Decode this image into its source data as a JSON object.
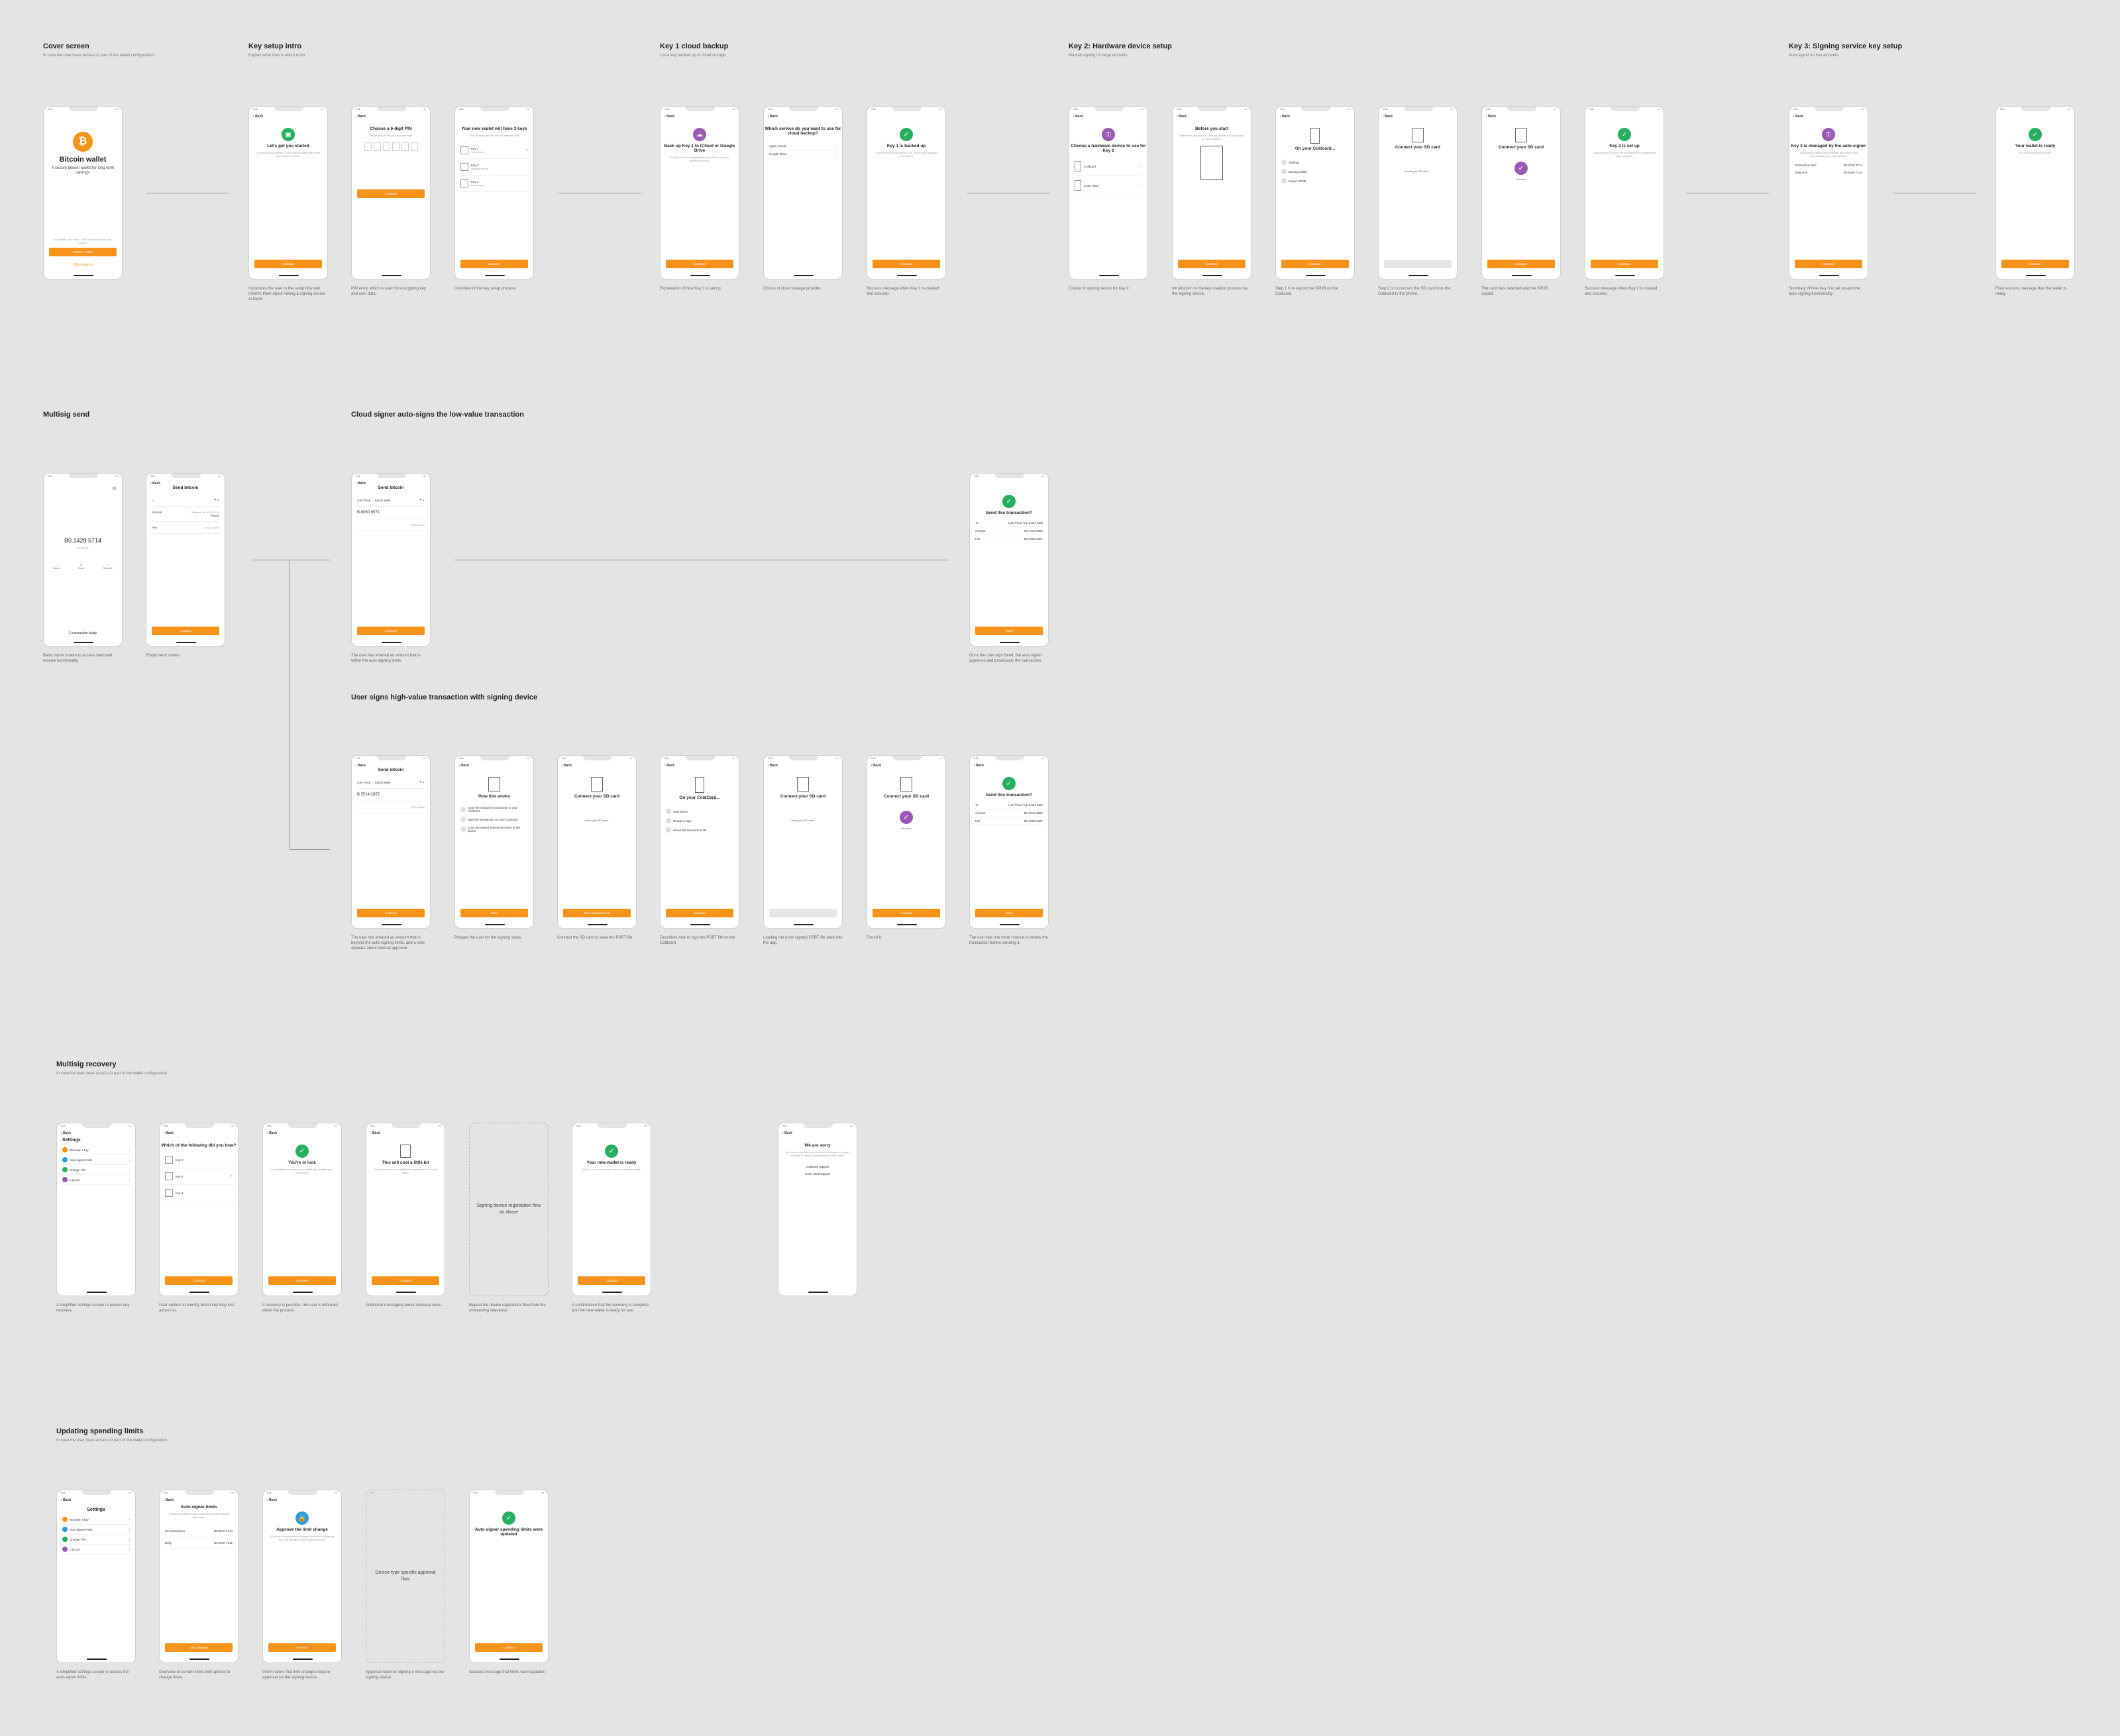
{
  "status_time": "9:41",
  "back_label": "Back",
  "colors": {
    "orange": "#f7931a",
    "green": "#27ae60",
    "purple": "#9b59b6",
    "blue": "#2d9cdb"
  },
  "sections": {
    "cover": {
      "title": "Cover screen",
      "subtitle": "In case the user loses access to part of the wallet configuration"
    },
    "intro": {
      "title": "Key setup intro",
      "subtitle": "Explain what user is about to do"
    },
    "key1": {
      "title": "Key 1 cloud backup",
      "subtitle": "Local key backed up to cloud storage"
    },
    "key2": {
      "title": "Key 2: Hardware device setup",
      "subtitle": "Manual signing for large amounts"
    },
    "key3": {
      "title": "Key 3: Signing service key setup",
      "subtitle": "Auto-signer for low amounts"
    },
    "send": {
      "title": "Multisig send"
    },
    "cloud": {
      "title": "Cloud signer auto-signs the low-value transaction"
    },
    "device": {
      "title": "User signs high-value transaction with signing device"
    },
    "recovery": {
      "title": "Multisig recovery",
      "subtitle": "In case the user loses access to part of the wallet configuration"
    },
    "limits": {
      "title": "Updating spending limits",
      "subtitle": "In case the user loses access to part of the wallet configuration"
    }
  },
  "screens": {
    "cover": {
      "title": "Bitcoin wallet",
      "subtitle": "A secure bitcoin wallet for long term savings",
      "note": "Your wallet, your rules. 100% user custody & auto-signed",
      "button": "Create a wallet",
      "link": "Other options",
      "caption": ""
    },
    "started": {
      "title": "Let's get you started",
      "body": "To secure your savings, a new Bitcoin wallet with three keys will be created.",
      "button": "Continue",
      "caption": "Introduces the user to the setup flow and informs them about having a signing device at hand."
    },
    "pin": {
      "title": "Choose a 6-digit PIN",
      "body": "Please pick a PIN you will remember",
      "button": "Continue",
      "caption": "PIN entry, which is used for encrypting key and user data."
    },
    "keys": {
      "title": "Your new wallet will have 3 keys",
      "body": "Your savings are secured by different keys",
      "items": [
        "Key 1",
        "Key 2",
        "Key 3"
      ],
      "item_subs": [
        "This device",
        "Signing device",
        "Auto-signer"
      ],
      "button": "Continue",
      "caption": "Overview of the key setup process."
    },
    "backup": {
      "title": "Back up Key 1 to iCloud or Google Drive",
      "body": "The file will be encrypted with your PIN to prevent access by others.",
      "button": "Continue",
      "caption": "Explanation of how Key 1 is set up."
    },
    "service": {
      "title": "Which service do you want to use for cloud backup?",
      "items": [
        "Apple iCloud",
        "Google Drive"
      ],
      "caption": "Choice of cloud storage provider."
    },
    "backedup": {
      "title": "Key 1 is backed up",
      "body": "If you ever lose this device, you can recover your file from iCloud.",
      "button": "Continue",
      "caption": "Success message when Key 1 is created and secured."
    },
    "hw": {
      "title": "Choose a hardware device to use for Key 2",
      "items": [
        "Coldcard",
        "Color Vault"
      ],
      "caption": "Choice of signing device for Key 2."
    },
    "before": {
      "title": "Before you start",
      "body": "Make sure you have a Coldcard device and a lightning to micro adapter.",
      "button": "Continue",
      "caption": "Introduction to the key creation process via the signing device."
    },
    "oncc": {
      "title": "On your Coldcard...",
      "items": [
        "Settings",
        "Backup wallet",
        "Export XPUB"
      ],
      "button": "Continue",
      "caption": "Step 1 is to export the XPUB on the Coldcard."
    },
    "sd1": {
      "title": "Connect your SD card",
      "status": "Looking for SD card...",
      "caption": "Step 2 is to connect the SD card from the Coldcard to the phone."
    },
    "sd2": {
      "title": "Connect your SD card",
      "status": "Success",
      "button": "Continue",
      "caption": "The card was detected and the XPUB copied."
    },
    "key2ok": {
      "title": "Key 2 is set up",
      "body": "Approval with this key will be required for transferring large amounts.",
      "button": "Continue",
      "caption": "Success message when Key 2 is created and secured."
    },
    "managed": {
      "title": "Key 3 is managed by the auto-signer",
      "body": "This signing service automatically approves small transactions up to current limits.",
      "limit_labels": [
        "Transaction limit",
        "Daily limit"
      ],
      "limit_values": [
        "B0.0015 3714",
        "B0.0045 7144"
      ],
      "button": "Continue",
      "caption": "Summary of how Key 3 is set up and the auto-signing functionality."
    },
    "ready": {
      "title": "Your wallet is ready",
      "body": "You can now receive bitcoin.",
      "button": "Continue",
      "caption": "Final success message that the wallet is ready."
    },
    "home": {
      "balance": "B0.1428 5714",
      "fiat": "€3,607.51",
      "actions": [
        "Send",
        "Scan",
        "Receive"
      ],
      "footer": "1 transaction today",
      "caption": "Basic home screen to access send and receive functionality."
    },
    "send_empty": {
      "title": "Send bitcoin",
      "fields": [
        "To",
        "Amount",
        "Fee"
      ],
      "amount_hint": "Balance: B0.1428 5714",
      "currency": "bitcoin",
      "fee_value": "3,827 sat/vb",
      "button": "Continue",
      "caption": "Empty send screen."
    },
    "send_low": {
      "title": "Send bitcoin",
      "to": "Lost Pond ... Sand) walle",
      "amount": "B.8060 6571",
      "fee_value": "3,827 sat/vb",
      "button": "Continue",
      "caption": "The user has entered an amount that is within the auto-signing limits."
    },
    "confirm_low": {
      "title": "Send this transaction?",
      "labels": [
        "To",
        "Amount",
        "Fee"
      ],
      "values": [
        "Lost Pond / Lp Scam 54th",
        "B0.0110 6662",
        "B0.0003 3327"
      ],
      "button": "Send",
      "caption": "Once the user taps Send, the auto-signer approves and broadcasts the transaction."
    },
    "send_high": {
      "title": "Send bitcoin",
      "to": "Lost Pond ... Sand) walle",
      "amount": "B.5514 2857",
      "fee_value": "3,827 sat/vb",
      "button": "Continue",
      "caption": "The user has entered an amount that is beyond the auto-signing limits, and a note appears about manual approval."
    },
    "howworks": {
      "title": "How this works",
      "items": [
        "Copy the unsigned transaction to your Coldcard",
        "Sign the transaction on your Coldcard",
        "Copy the signed transaction back to the phone"
      ],
      "button": "Start",
      "caption": "Prepare the user for the signing steps."
    },
    "sdsign1": {
      "title": "Connect your SD card",
      "status": "Looking for SD card...",
      "button": "Save transaction file",
      "caption": "Connect the SD card to save the PSBT file."
    },
    "ccsign": {
      "title": "On your ColdCard...",
      "items": [
        "Start Menu",
        "Ready to sign",
        "Select the transaction file"
      ],
      "button": "Continue",
      "caption": "Describes how to sign the PSBT file on the Coldcard."
    },
    "sdsign2": {
      "title": "Connect your SD card",
      "status": "Looking for SD card...",
      "caption": "Loading the (now signed) PSBT file back into the app."
    },
    "sdsign3": {
      "title": "Connect your SD card",
      "status": "Success",
      "button": "Continue",
      "caption": "Found it."
    },
    "confirm_high": {
      "title": "Send this transaction?",
      "labels": [
        "To",
        "Amount",
        "Fee"
      ],
      "values": [
        "Lost Pond / Lp Scam 54th",
        "B0.5514 2857",
        "B0.0003 3327"
      ],
      "button": "Send",
      "caption": "The user has one more chance to review the transaction before sending it."
    },
    "settings": {
      "title": "Settings",
      "items": [
        "Recover a key",
        "Auto-signer limits",
        "Change PIN",
        "Log out"
      ],
      "caption": "A simplified settings screen to access key recovery."
    },
    "which": {
      "title": "Which of the following did you lose?",
      "items": [
        "Key 1",
        "Key 2",
        "Key 3"
      ],
      "button": "Continue",
      "caption": "User options to identify which key they lost access to."
    },
    "luck": {
      "title": "You're in luck",
      "body": "It is possible to create a new wallet and transfer your funds over.",
      "button": "Continue",
      "caption": "If recovery is possible, the user is informed about the process."
    },
    "cost": {
      "title": "This will cost a little bit",
      "body": "Funds from your old wallet will be transferred to a new wallet.",
      "button": "Continue",
      "caption": "Additional messaging about recovery costs."
    },
    "ghost_reg": {
      "text": "Signing device registration flow as above",
      "caption": "Repeat the device registration flow from the onboarding sequence."
    },
    "newready": {
      "title": "Your new wallet is ready",
      "body": "All your funds have been moved to the new wallet.",
      "button": "Continue",
      "caption": "A confirmation that the recovery is complete and the new wallet is ready for use."
    },
    "sorry": {
      "title": "We are sorry",
      "body": "By losing more than one key, it is technically no longer possible to make transactions from this wallet.",
      "links": [
        "Coldcard support",
        "Color Vault support"
      ],
      "caption": ""
    },
    "settings2": {
      "title": "Settings",
      "items": [
        "Recover a key",
        "Auto-signer limits",
        "Change PIN",
        "Log out"
      ],
      "caption": "A simplified settings screen to access the auto-signer limits."
    },
    "limits": {
      "title": "Auto-signer limits",
      "body": "Transactions below these limits will be automatically approved.",
      "labels": [
        "Per transaction",
        "Daily"
      ],
      "values": [
        "B0.0015 3714",
        "B0.0030 7142"
      ],
      "button": "Save changes",
      "caption": "Overview of current limits with options to change them."
    },
    "approve": {
      "title": "Approve the limit change",
      "body": "To prevent unauthorized changes, you need to approve this limit change on your signing device.",
      "button": "Continue",
      "caption": "Inform users that limit changes require approval via the signing device."
    },
    "ghost_approval": {
      "text": "Device-type specific approval flow",
      "caption": "Approval requires signing a message via the signing device."
    },
    "limits_ok": {
      "title": "Auto-signer spending limits were updated",
      "button": "Continue",
      "caption": "Success message that limits were updated."
    }
  }
}
